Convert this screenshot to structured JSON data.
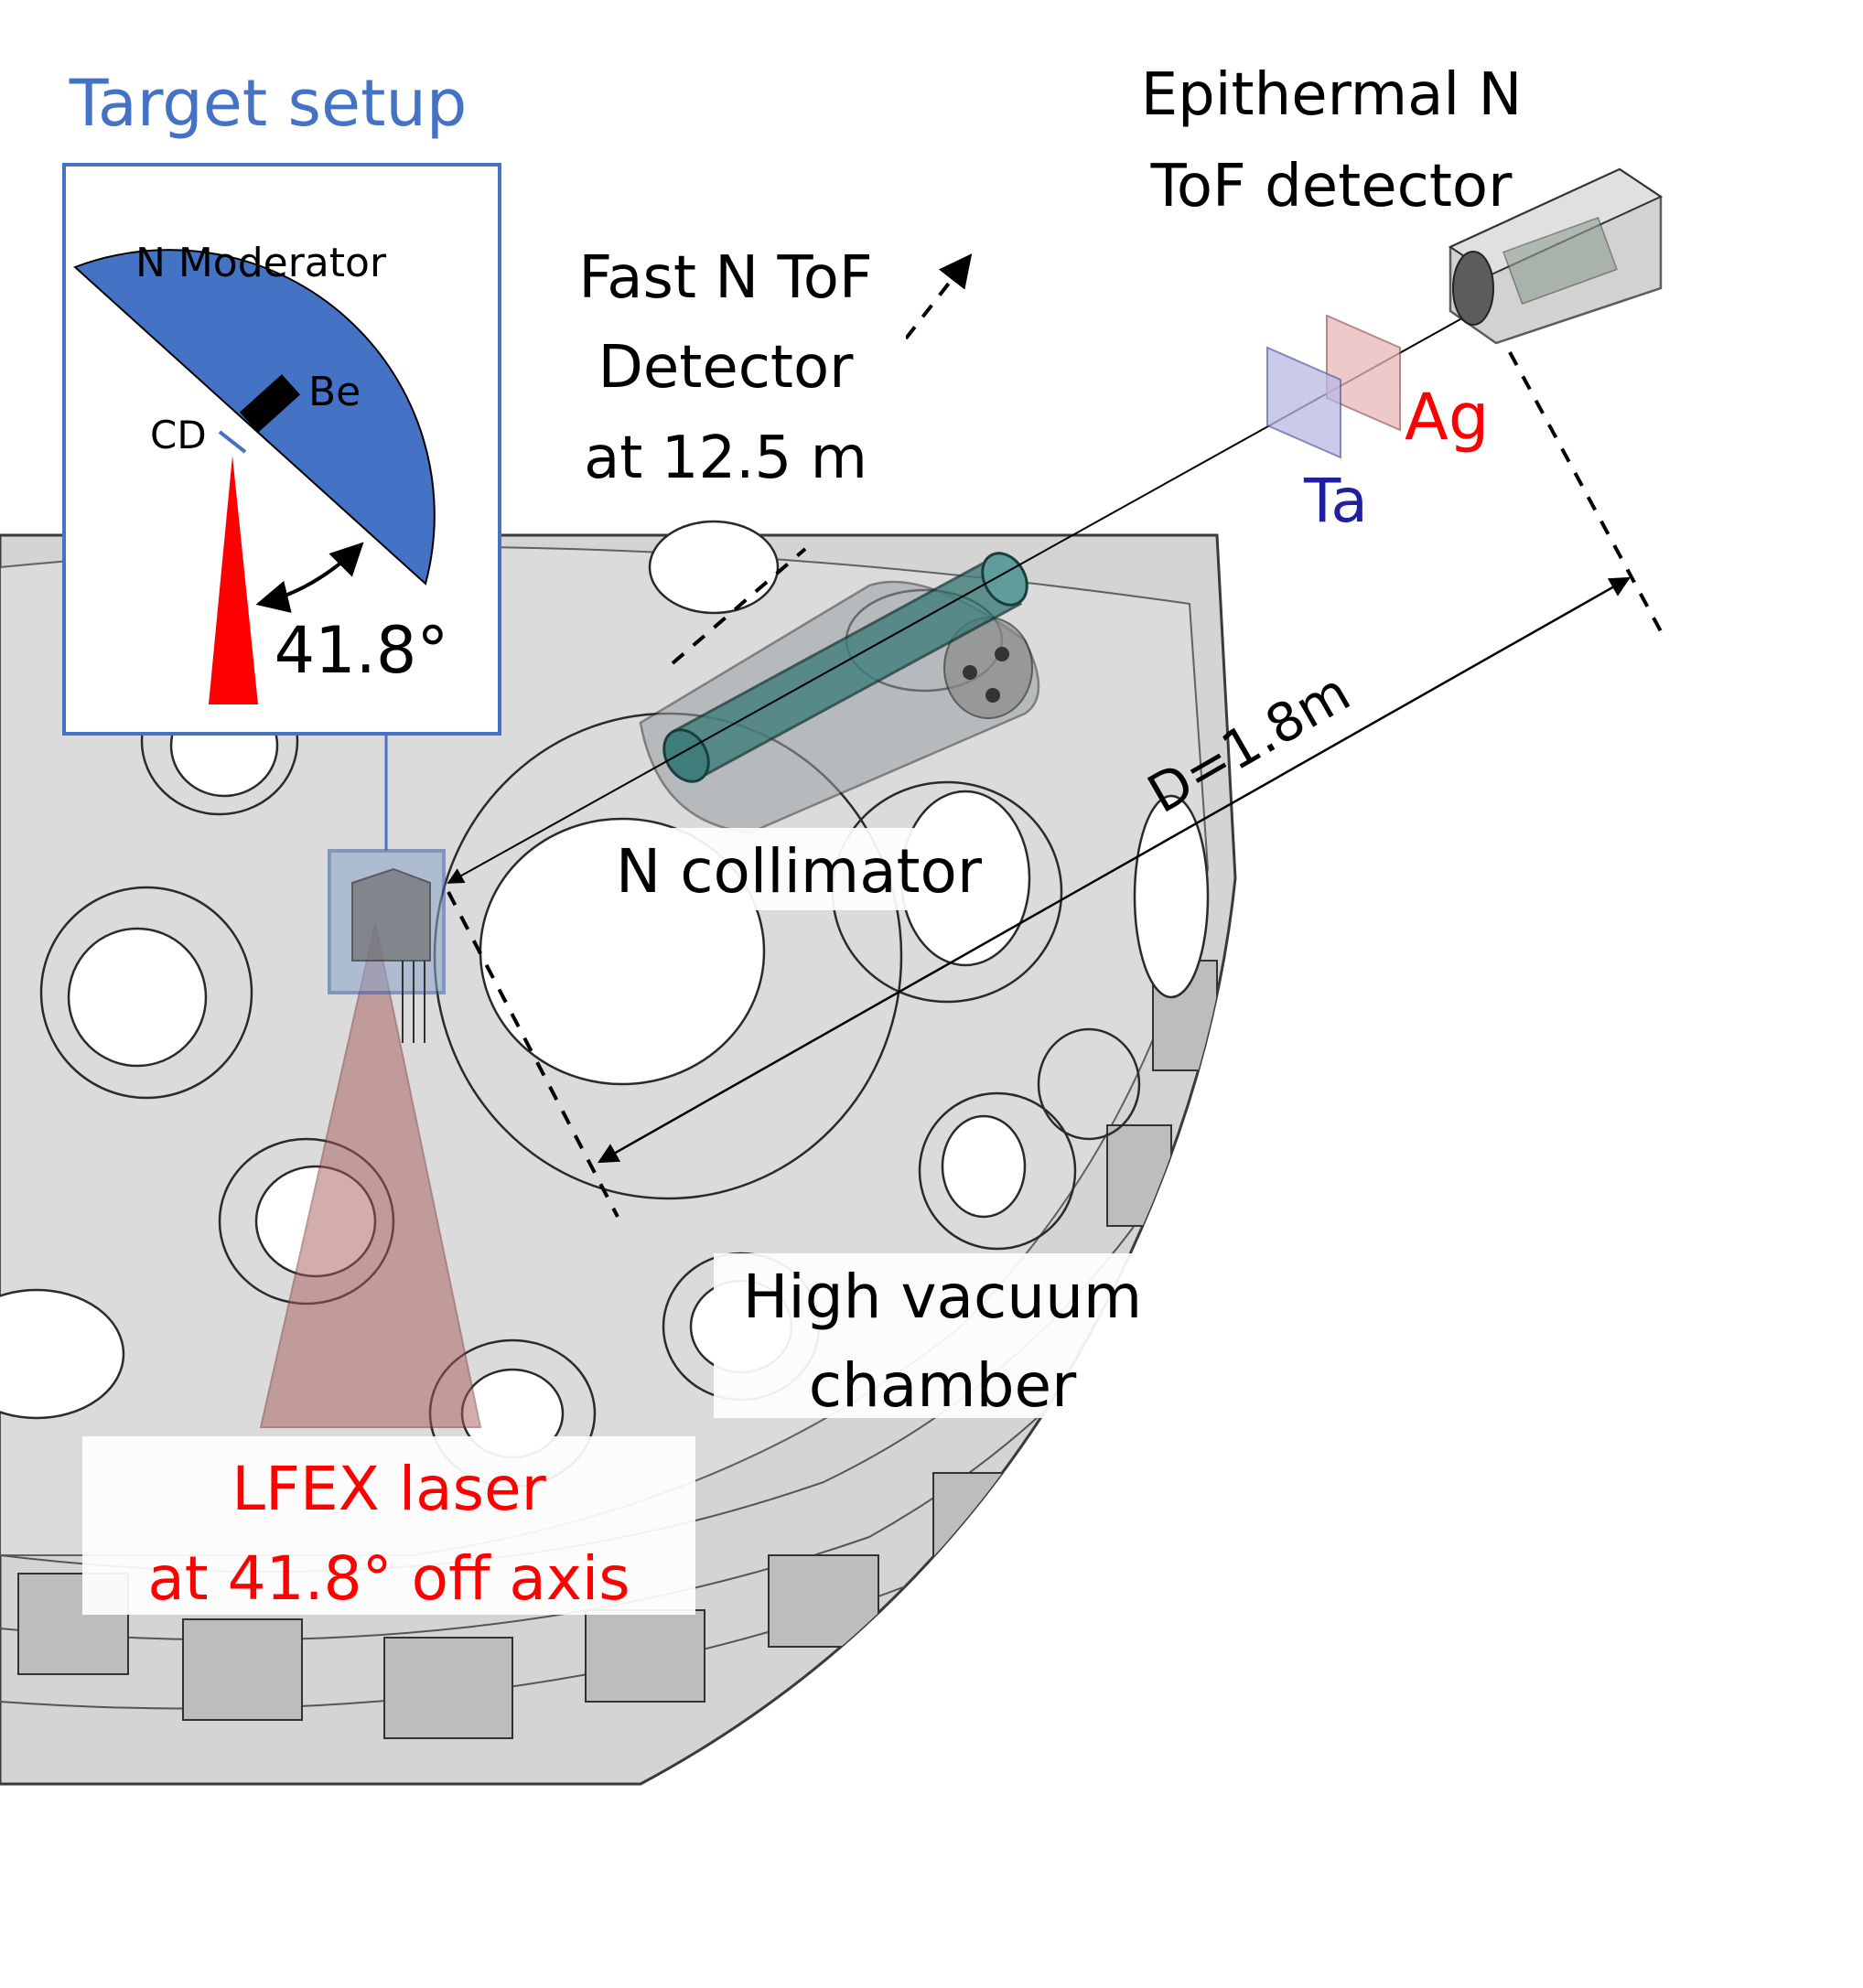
{
  "inset": {
    "title": "Target setup",
    "moderator_label": "N Moderator",
    "be_label": "Be",
    "cd_label": "CD",
    "angle_label": "41.8°"
  },
  "labels": {
    "epithermal_line1": "Epithermal N",
    "epithermal_line2": "ToF detector",
    "fast_line1": "Fast N ToF",
    "fast_line2": "Detector",
    "fast_line3": "at 12.5 m",
    "ag": "Ag",
    "ta": "Ta",
    "distance": "D=1.8m",
    "collimator": "N collimator",
    "chamber_line1": "High vacuum",
    "chamber_line2": "chamber",
    "laser_line1": "LFEX laser",
    "laser_line2": "at 41.8° off axis"
  },
  "colors": {
    "title_blue": "#4472c4",
    "moderator_blue": "#4472c4",
    "laser_red": "#ff0000",
    "label_red": "#ff0000",
    "ta_blue": "#1f1fa0",
    "chamber_gray": "#d2d2d2",
    "collimator_teal": "#3f7d7a"
  }
}
